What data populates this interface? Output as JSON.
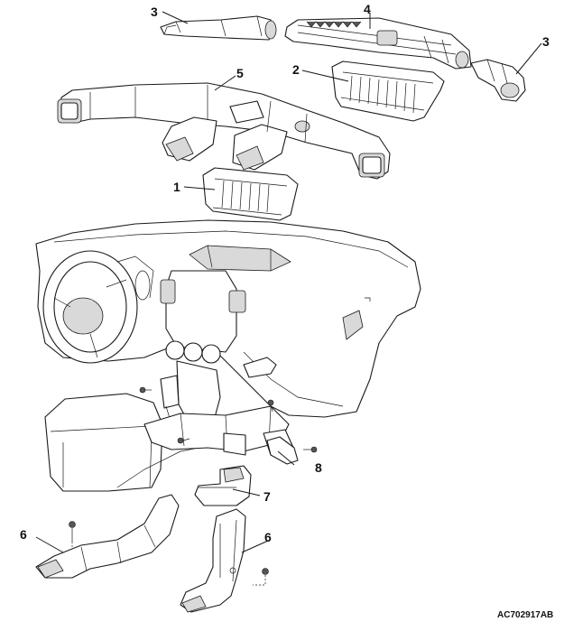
{
  "callouts": {
    "c1": "1",
    "c2": "2",
    "c3_left": "3",
    "c3_right": "3",
    "c4": "4",
    "c5": "5",
    "c6_left": "6",
    "c6_right": "6",
    "c7": "7",
    "c8": "8"
  },
  "figure_code": "AC702917AB"
}
